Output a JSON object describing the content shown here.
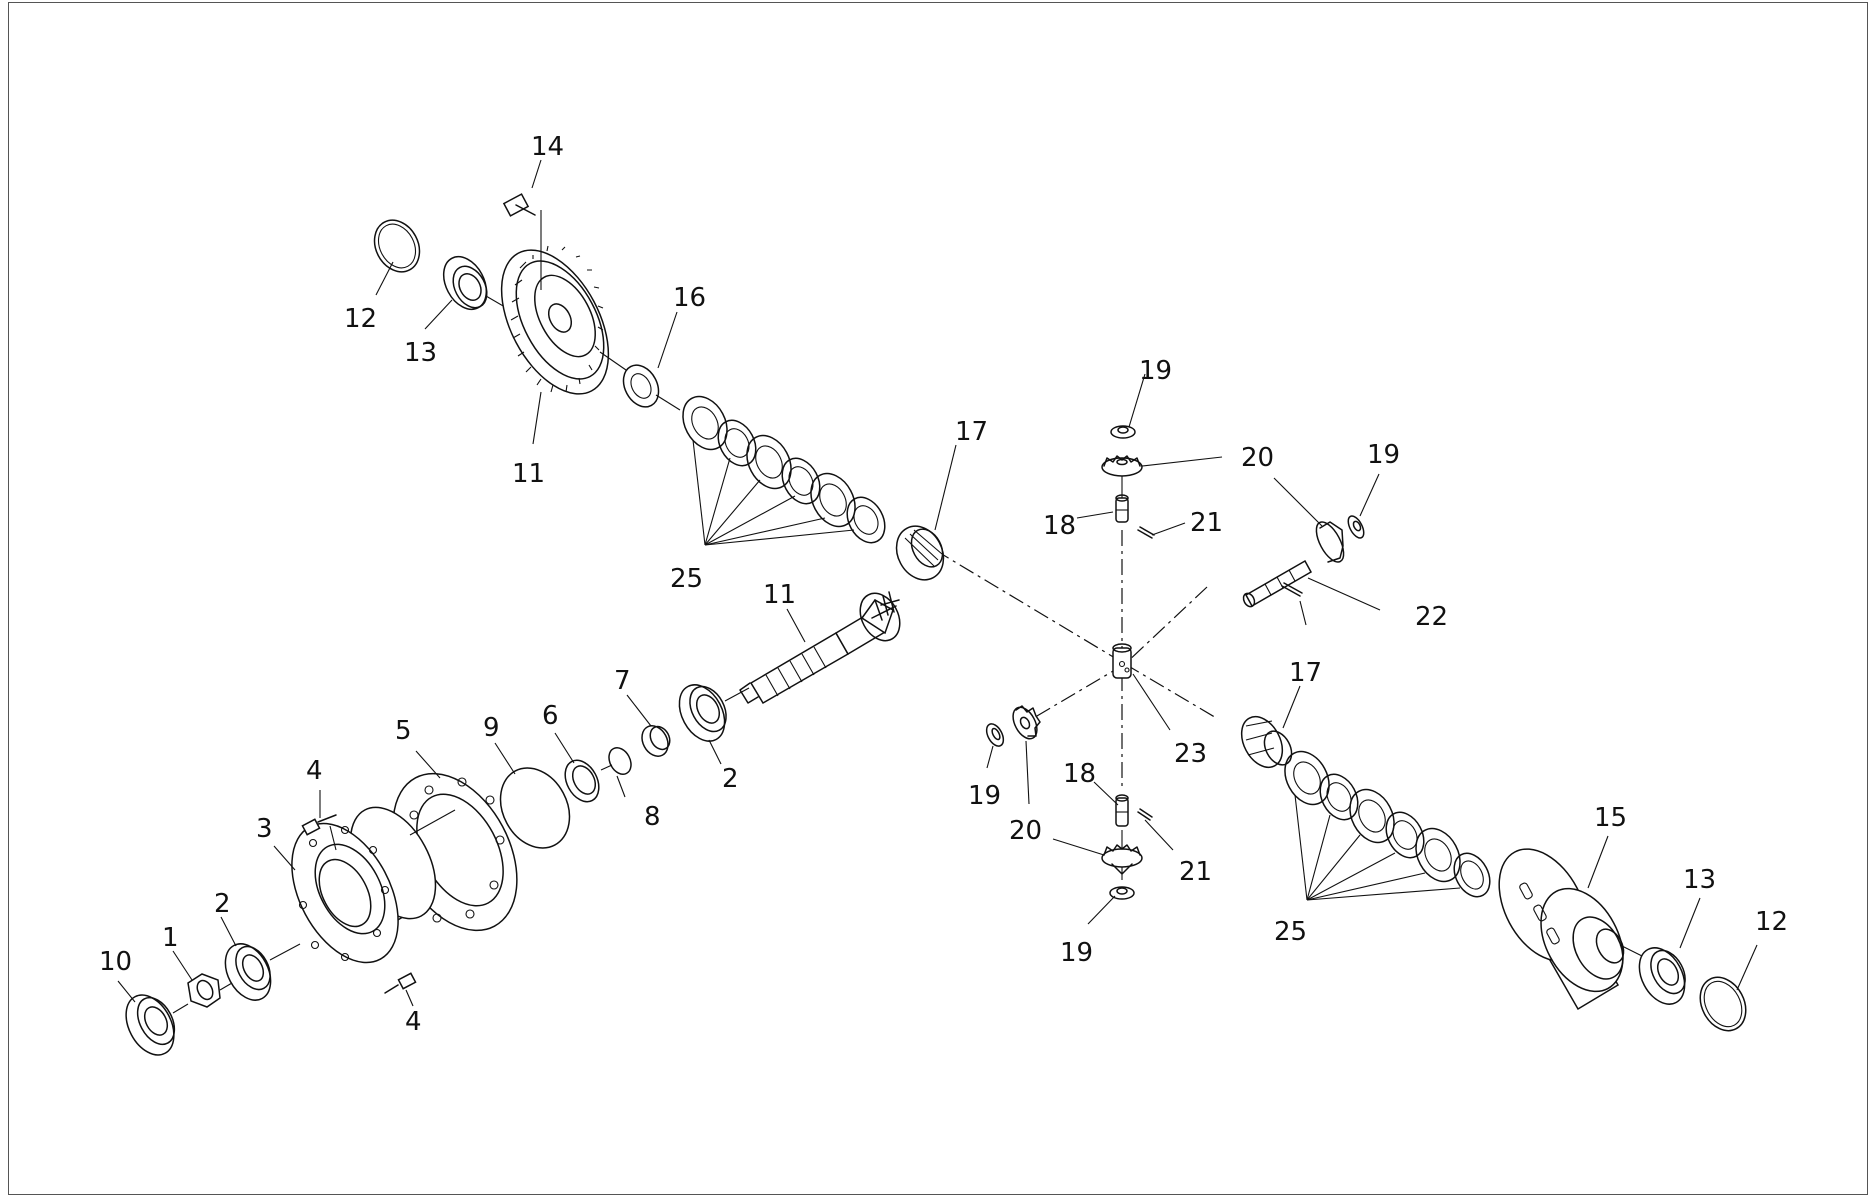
{
  "diagram": {
    "callouts": [
      {
        "id": "c1",
        "text": "1"
      },
      {
        "id": "c2a",
        "text": "2"
      },
      {
        "id": "c2b",
        "text": "2"
      },
      {
        "id": "c3",
        "text": "3"
      },
      {
        "id": "c4a",
        "text": "4"
      },
      {
        "id": "c4b",
        "text": "4"
      },
      {
        "id": "c5",
        "text": "5"
      },
      {
        "id": "c6",
        "text": "6"
      },
      {
        "id": "c7",
        "text": "7"
      },
      {
        "id": "c8",
        "text": "8"
      },
      {
        "id": "c9",
        "text": "9"
      },
      {
        "id": "c10",
        "text": "10"
      },
      {
        "id": "c11a",
        "text": "11"
      },
      {
        "id": "c11b",
        "text": "11"
      },
      {
        "id": "c12a",
        "text": "12"
      },
      {
        "id": "c12b",
        "text": "12"
      },
      {
        "id": "c13a",
        "text": "13"
      },
      {
        "id": "c13b",
        "text": "13"
      },
      {
        "id": "c14",
        "text": "14"
      },
      {
        "id": "c15",
        "text": "15"
      },
      {
        "id": "c16",
        "text": "16"
      },
      {
        "id": "c17a",
        "text": "17"
      },
      {
        "id": "c17b",
        "text": "17"
      },
      {
        "id": "c18a",
        "text": "18"
      },
      {
        "id": "c18b",
        "text": "18"
      },
      {
        "id": "c19a",
        "text": "19"
      },
      {
        "id": "c19b",
        "text": "19"
      },
      {
        "id": "c19c",
        "text": "19"
      },
      {
        "id": "c19d",
        "text": "19"
      },
      {
        "id": "c20a",
        "text": "20"
      },
      {
        "id": "c20b",
        "text": "20"
      },
      {
        "id": "c21a",
        "text": "21"
      },
      {
        "id": "c21b",
        "text": "21"
      },
      {
        "id": "c22",
        "text": "22"
      },
      {
        "id": "c23",
        "text": "23"
      },
      {
        "id": "c25a",
        "text": "25"
      },
      {
        "id": "c25b",
        "text": "25"
      }
    ]
  }
}
